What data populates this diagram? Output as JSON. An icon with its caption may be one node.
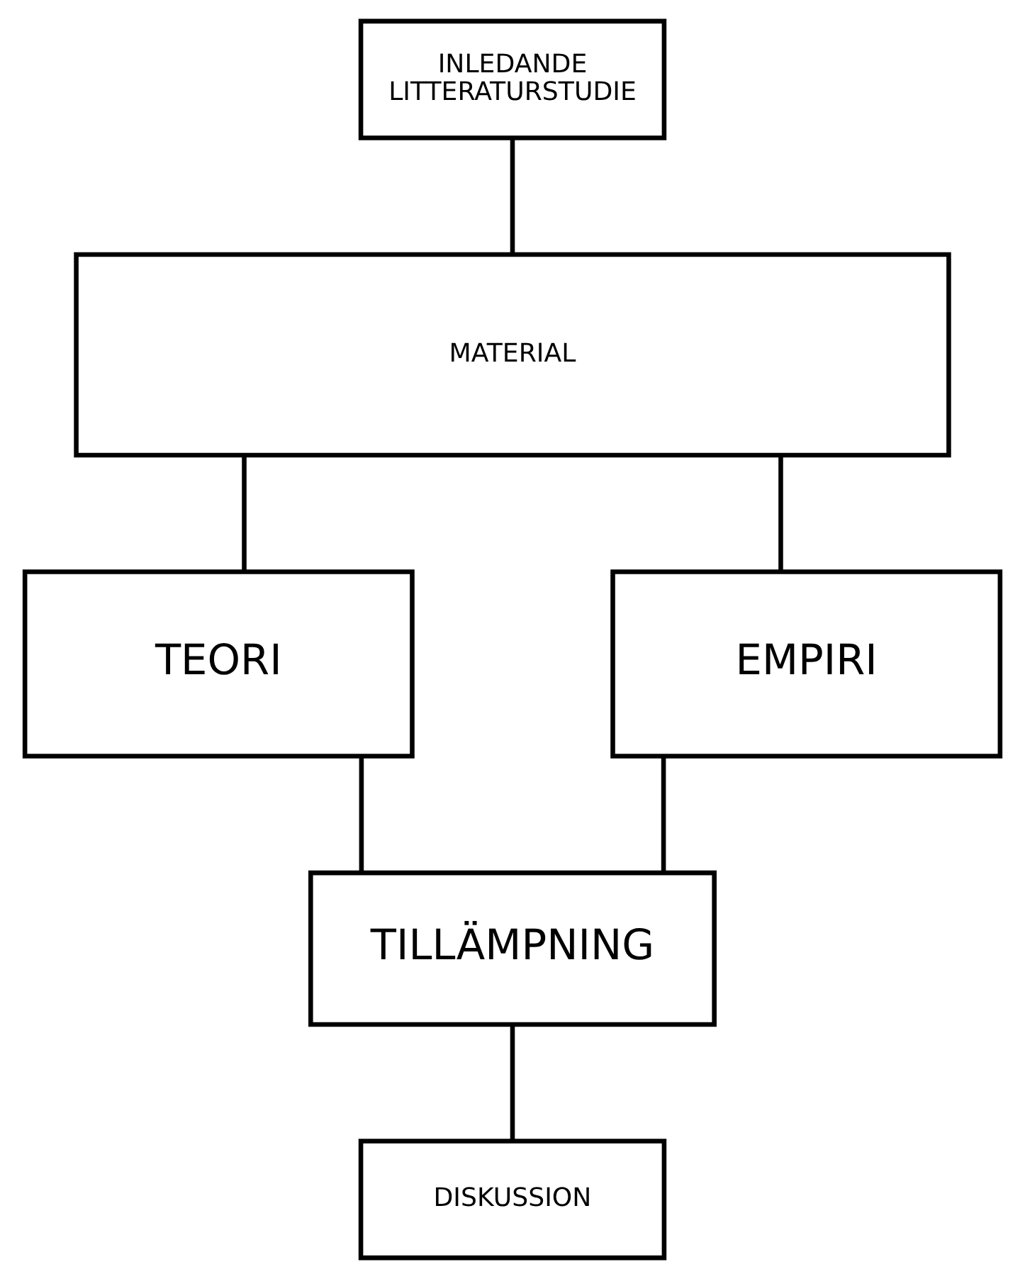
{
  "diagram": {
    "nodes": [
      {
        "text": [
          "INLEDANDE LITTERATURSTUDIE"
        ]
      },
      {
        "text": [
          "MATERIAL"
        ]
      },
      {
        "text": [
          "TEORI"
        ]
      },
      {
        "text": [
          "EMPIRI"
        ]
      },
      {
        "text": [
          "TILLÄMPNING"
        ]
      },
      {
        "text": [
          "DISKUSSION"
        ]
      }
    ],
    "edges": [
      {
        "from": 0,
        "to": 1,
        "arrow": "none"
      },
      {
        "from": 1,
        "to": 2,
        "arrow": "none"
      },
      {
        "from": 1,
        "to": 3,
        "arrow": "none"
      },
      {
        "from": 2,
        "to": 4,
        "arrow": "none"
      },
      {
        "from": 3,
        "to": 4,
        "arrow": "none"
      },
      {
        "from": 4,
        "to": 5,
        "arrow": "none"
      }
    ]
  }
}
